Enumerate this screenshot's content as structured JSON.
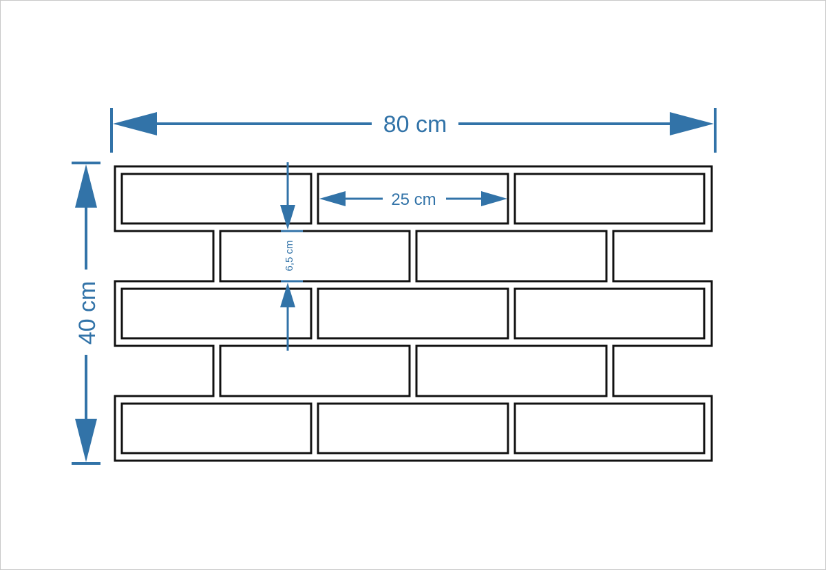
{
  "dimensions": {
    "overall_width": {
      "label": "80 cm"
    },
    "overall_height": {
      "label": "40 cm"
    },
    "brick_length": {
      "label": "25 cm"
    },
    "brick_height": {
      "label": "6,5 cm"
    }
  },
  "colors": {
    "dimension": "#3273a8",
    "outline": "#111111",
    "background": "#ffffff"
  }
}
